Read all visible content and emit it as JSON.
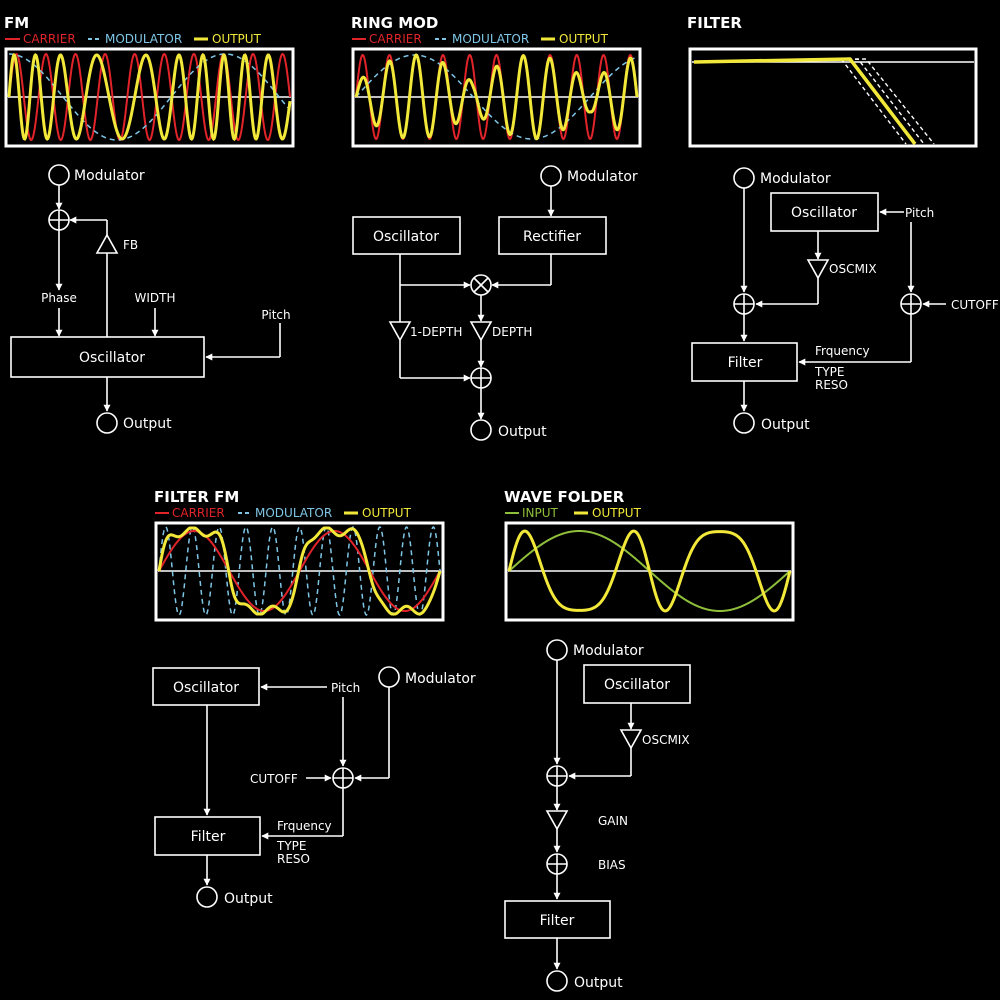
{
  "colors": {
    "background": "#000000",
    "line": "#ffffff",
    "carrier": "#e0242a",
    "modulator": "#7fc6e6",
    "output": "#f2e83a",
    "input": "#8fbf3a"
  },
  "fm": {
    "title": "FM",
    "legend": {
      "carrier": "CARRIER",
      "modulator": "MODULATOR",
      "output": "OUTPUT"
    },
    "modulator": "Modulator",
    "fb": "FB",
    "phase": "Phase",
    "width": "WIDTH",
    "pitch": "Pitch",
    "oscillator": "Oscillator",
    "output": "Output"
  },
  "ringmod": {
    "title": "RING MOD",
    "legend": {
      "carrier": "CARRIER",
      "modulator": "MODULATOR",
      "output": "OUTPUT"
    },
    "modulator": "Modulator",
    "oscillator": "Oscillator",
    "rectifier": "Rectifier",
    "one_minus_depth": "1-DEPTH",
    "depth": "DEPTH",
    "output": "Output"
  },
  "filter": {
    "title": "FILTER",
    "modulator": "Modulator",
    "oscillator": "Oscillator",
    "pitch": "Pitch",
    "oscmix": "OSCMIX",
    "cutoff": "CUTOFF",
    "filter_block": "Filter",
    "frequency": "Frquency",
    "type": "TYPE",
    "reso": "RESO",
    "output": "Output"
  },
  "filterfm": {
    "title": "FILTER FM",
    "legend": {
      "carrier": "CARRIER",
      "modulator": "MODULATOR",
      "output": "OUTPUT"
    },
    "oscillator": "Oscillator",
    "pitch": "Pitch",
    "modulator": "Modulator",
    "cutoff": "CUTOFF",
    "filter_block": "Filter",
    "frequency": "Frquency",
    "type": "TYPE",
    "reso": "RESO",
    "output": "Output"
  },
  "wavefolder": {
    "title": "WAVE FOLDER",
    "legend": {
      "input": "INPUT",
      "output": "OUTPUT"
    },
    "modulator": "Modulator",
    "oscillator": "Oscillator",
    "oscmix": "OSCMIX",
    "gain": "GAIN",
    "bias": "BIAS",
    "filter_block": "Filter",
    "output": "Output"
  }
}
